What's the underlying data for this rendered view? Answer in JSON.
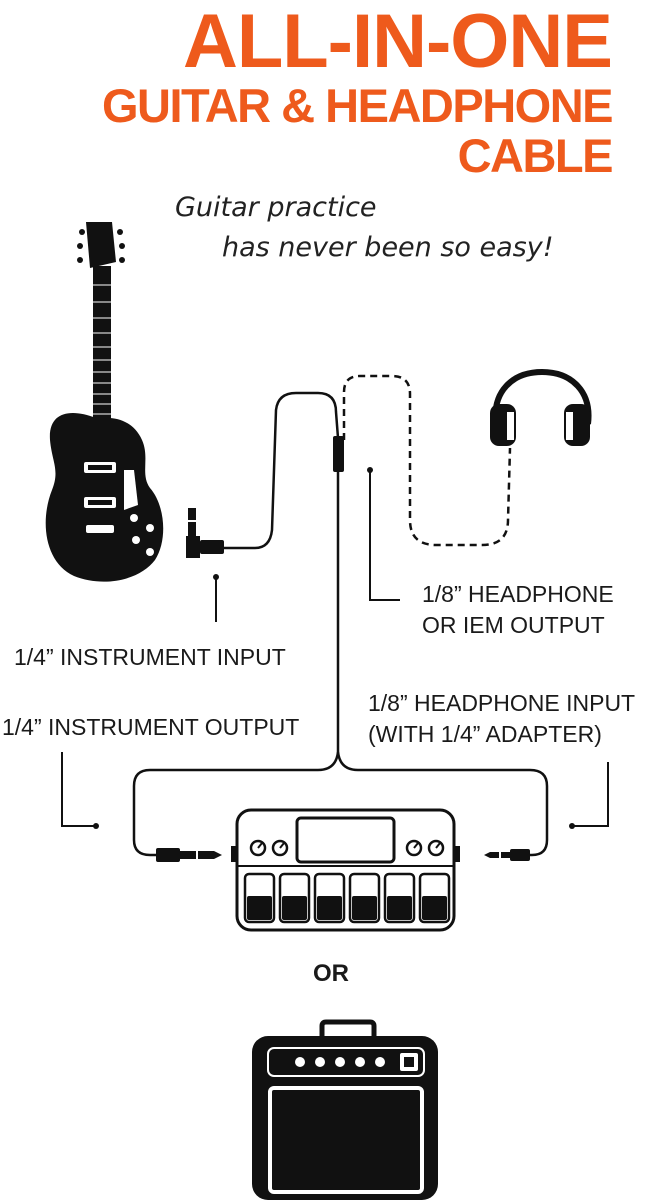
{
  "title": {
    "line1": "ALL-IN-ONE",
    "line2": "GUITAR & HEADPHONE",
    "line3": "CABLE"
  },
  "tagline": {
    "line1": "Guitar practice",
    "line2": "has never been so easy!"
  },
  "labels": {
    "instrument_input": "1/4” INSTRUMENT INPUT",
    "instrument_output": "1/4” INSTRUMENT OUTPUT",
    "headphone_output_1": "1/8” HEADPHONE",
    "headphone_output_2": "OR IEM OUTPUT",
    "headphone_input_1": "1/8” HEADPHONE INPUT",
    "headphone_input_2": "(WITH 1/4” ADAPTER)",
    "or": "OR"
  },
  "colors": {
    "accent": "#ee5a1c",
    "ink": "#111111"
  },
  "icons": [
    "guitar-icon",
    "headphones-icon",
    "multi-effects-pedal-icon",
    "amplifier-icon",
    "quarter-inch-plug-icon",
    "eighth-inch-plug-icon"
  ]
}
